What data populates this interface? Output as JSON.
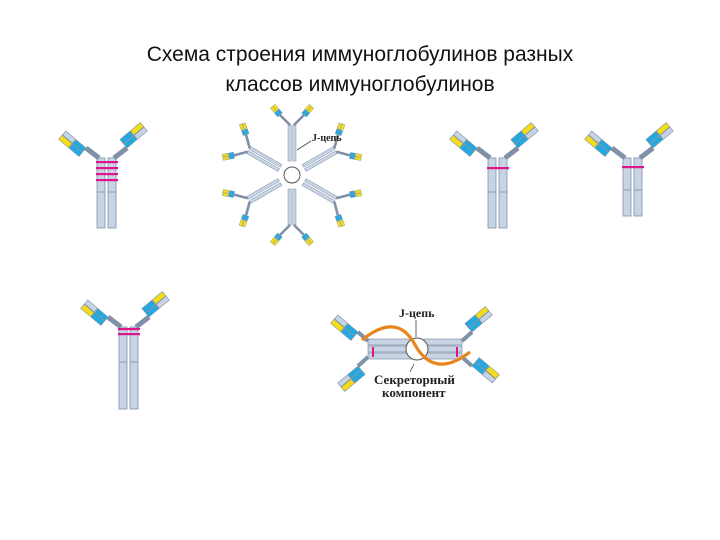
{
  "title": {
    "line1": "Схема строения иммуноглобулинов  разных",
    "line2": "классов иммуноглобулинов"
  },
  "labels": {
    "pentamer_j_chain": "J-цепь",
    "dimer_j_chain": "J-цепь",
    "secretory_line1": "Секреторный",
    "secretory_line2": "компонент"
  },
  "colors": {
    "heavy_chain_fill": "#c6d4e4",
    "chain_stroke": "#8090a6",
    "light_chain_fill": "#f4dc18",
    "variable_region_fill": "#22a9df",
    "disulfide_bond": "#e0148c",
    "secretory_component": "#e8851c"
  }
}
